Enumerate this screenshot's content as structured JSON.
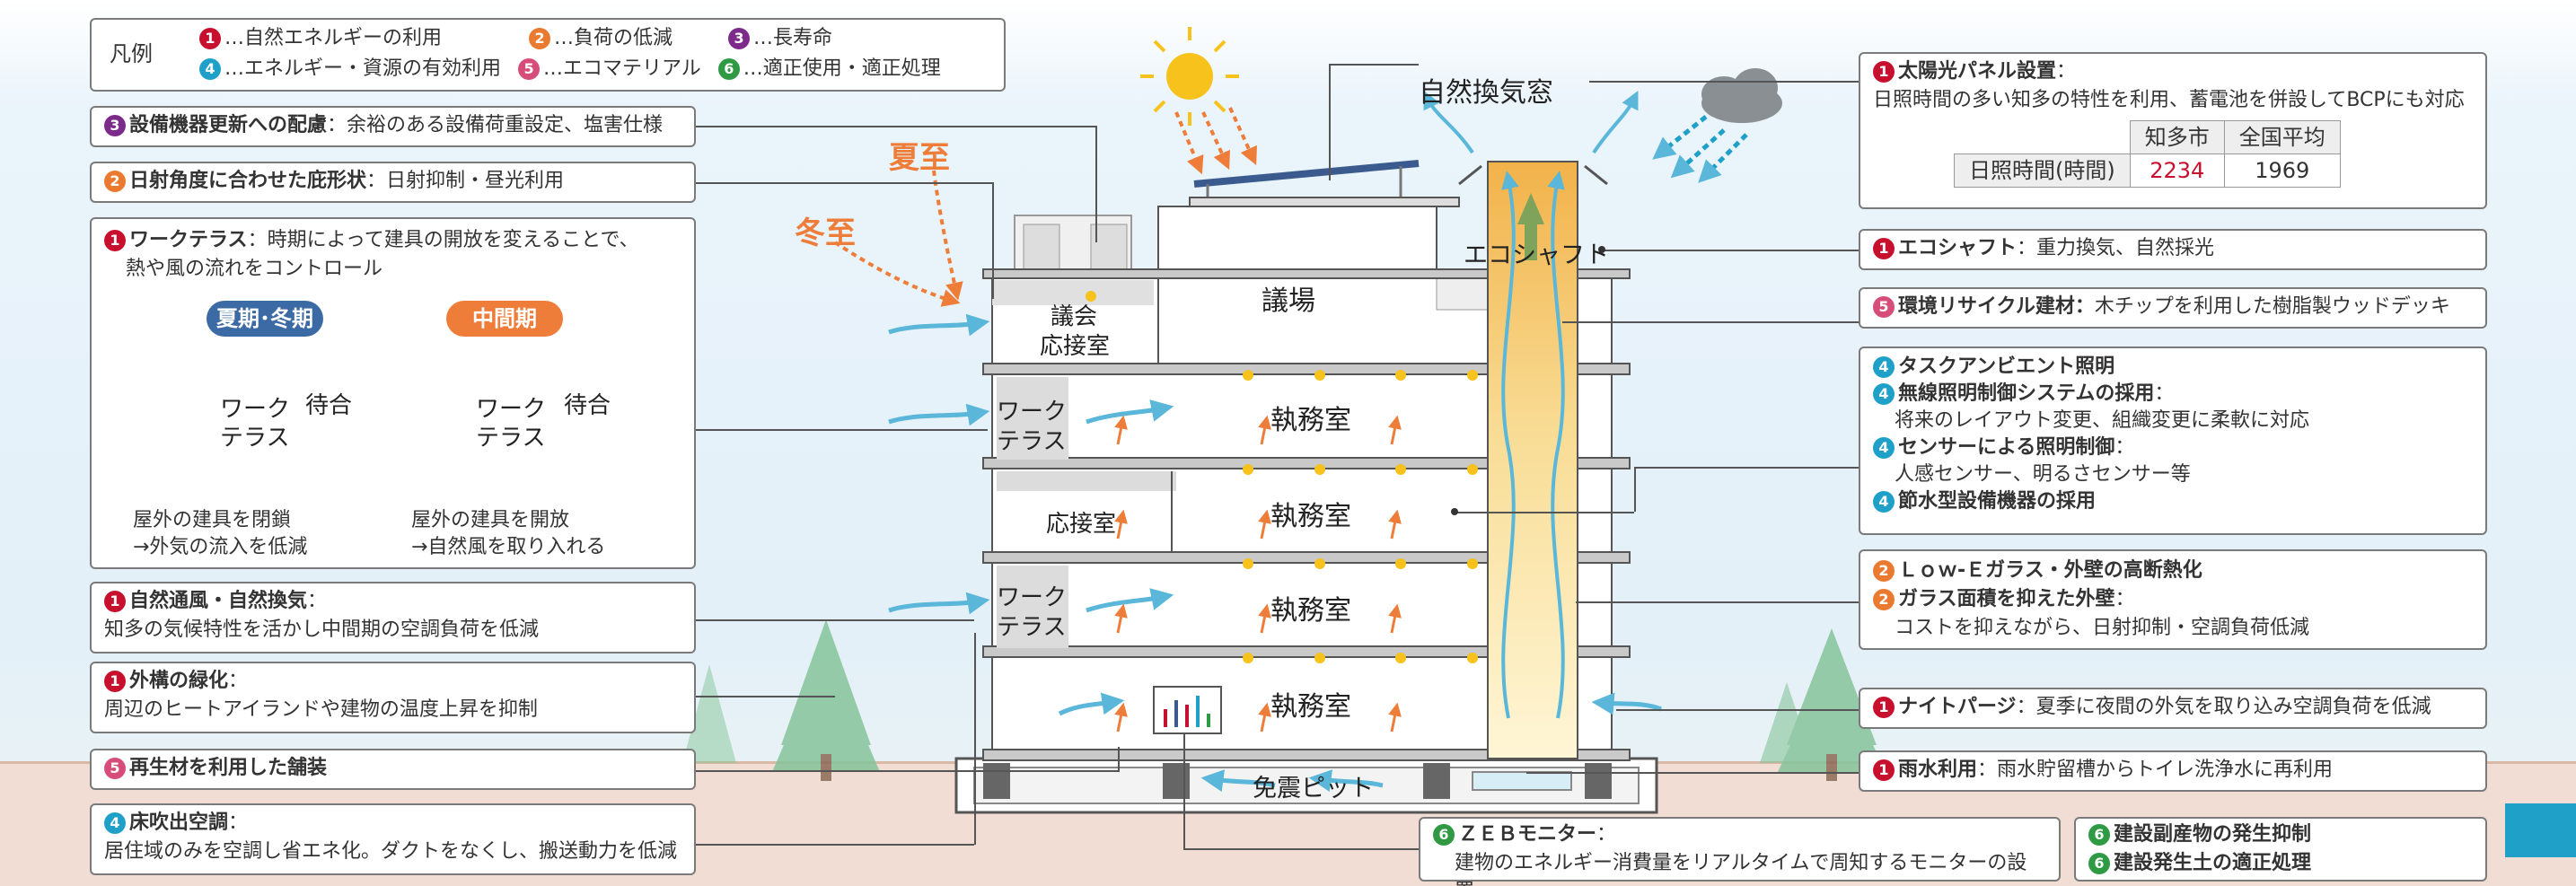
{
  "legend": {
    "title": "凡例",
    "items": [
      {
        "num": "1",
        "text": "…自然エネルギーの利用"
      },
      {
        "num": "2",
        "text": "…負荷の低減"
      },
      {
        "num": "3",
        "text": "…長寿命"
      },
      {
        "num": "4",
        "text": "…エネルギー・資源の有効利用"
      },
      {
        "num": "5",
        "text": "…エコマテリアル"
      },
      {
        "num": "6",
        "text": "…適正使用・適正処理"
      }
    ]
  },
  "left": {
    "equipment": {
      "num": "3",
      "title": "設備機器更新への配慮",
      "text": "：余裕のある設備荷重設定、塩害仕様"
    },
    "eaves": {
      "num": "2",
      "title": "日射角度に合わせた庇形状",
      "text": "：日射抑制・昼光利用"
    },
    "work_terrace": {
      "num": "1",
      "title": "ワークテラス",
      "text": "：時期によって建具の開放を変えることで、",
      "text2": "熱や風の流れをコントロール",
      "summer_label": "夏期･冬期",
      "mid_label": "中間期",
      "room_a": "ワーク",
      "room_b": "テラス",
      "wait": "待合",
      "caption_a1": "屋外の建具を閉鎖",
      "caption_a2": "→外気の流入を低減",
      "caption_b1": "屋外の建具を開放",
      "caption_b2": "→自然風を取り入れる"
    },
    "ventilation": {
      "num": "1",
      "title": "自然通風・自然換気",
      "text": "：",
      "text2": "知多の気候特性を活かし中間期の空調負荷を低減"
    },
    "greening": {
      "num": "1",
      "title": "外構の緑化",
      "text": "：",
      "text2": "周辺のヒートアイランドや建物の温度上昇を抑制"
    },
    "paving": {
      "num": "5",
      "title": "再生材を利用した舗装"
    },
    "floor_ac": {
      "num": "4",
      "title": "床吹出空調",
      "text": "：",
      "text2": "居住域のみを空調し省エネ化。ダクトをなくし、搬送動力を低減"
    }
  },
  "right": {
    "solar": {
      "num": "1",
      "title": "太陽光パネル設置",
      "text": "：",
      "text2": "日照時間の多い知多の特性を利用、蓄電池を併設してBCPにも対応",
      "table": {
        "col1": "知多市",
        "col2": "全国平均",
        "row_label": "日照時間(時間)",
        "v1": "2234",
        "v2": "1969"
      }
    },
    "eco_shaft": {
      "num": "1",
      "title": "エコシャフト",
      "text": "：重力換気、自然採光"
    },
    "recycle": {
      "num": "5",
      "title": "環境リサイクル建材：",
      "text": "木チップを利用した樹脂製ウッドデッキ"
    },
    "lighting": {
      "l1": {
        "num": "4",
        "title": "タスクアンビエント照明"
      },
      "l2": {
        "num": "4",
        "title": "無線照明制御システムの採用",
        "text": "："
      },
      "l2b": "将来のレイアウト変更、組織変更に柔軟に対応",
      "l3": {
        "num": "4",
        "title": "センサーによる照明制御",
        "text": "："
      },
      "l3b": "人感センサー、明るさセンサー等",
      "l4": {
        "num": "4",
        "title": "節水型設備機器の採用"
      }
    },
    "glass": {
      "g1": {
        "num": "2",
        "title": "Ｌｏｗ-Ｅガラス・外壁の高断熱化"
      },
      "g2": {
        "num": "2",
        "title": "ガラス面積を抑えた外壁",
        "text": "："
      },
      "g2b": "コストを抑えながら、日射抑制・空調負荷低減"
    },
    "night_purge": {
      "num": "1",
      "title": "ナイトパージ",
      "text": "：夏季に夜間の外気を取り込み空調負荷を低減"
    },
    "rain": {
      "num": "1",
      "title": "雨水利用",
      "text": "：雨水貯留槽からトイレ洗浄水に再利用"
    },
    "zeb": {
      "num": "6",
      "title": "ＺＥＢモニター",
      "text": "：",
      "text2": "建物のエネルギー消費量をリアルタイムで周知するモニターの設置"
    },
    "construction": {
      "c1": {
        "num": "6",
        "title": "建設副産物の発生抑制"
      },
      "c2": {
        "num": "6",
        "title": "建設発生土の適正処理"
      }
    }
  },
  "building": {
    "natural_window": "自然換気窓",
    "summer_solstice": "夏至",
    "winter_solstice": "冬至",
    "assembly": "議場",
    "reception_a": "議会",
    "reception_b": "応接室",
    "office": "執務室",
    "reception_room": "応接室",
    "terrace_a": "ワーク",
    "terrace_b": "テラス",
    "eco_shaft": "エコシャフト",
    "pit": "免震ピット"
  },
  "colors": {
    "arrow_blue": "#5ab7d9",
    "arrow_orange": "#ef7d3a",
    "shaft": "#f4c56a"
  }
}
